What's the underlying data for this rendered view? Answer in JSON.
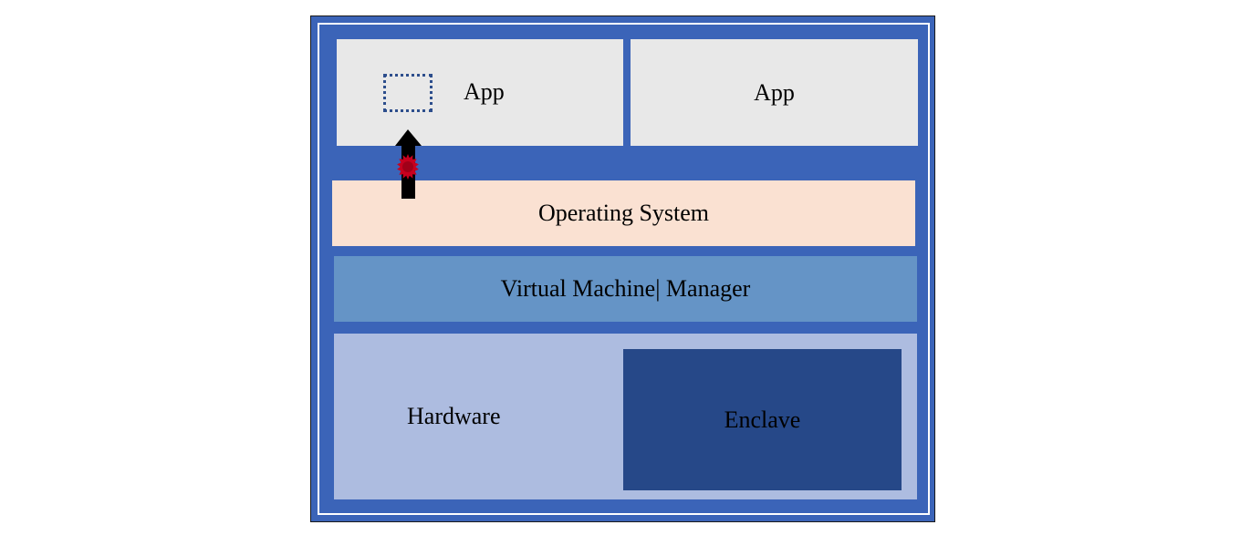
{
  "diagram": {
    "apps": [
      {
        "label": "App"
      },
      {
        "label": "App"
      }
    ],
    "os_label": "Operating System",
    "vmm_label": "Virtual Machine| Manager",
    "hardware_label": "Hardware",
    "enclave_label": "Enclave"
  },
  "colors": {
    "outer": "#3b64b8",
    "app": "#e8e8e8",
    "os": "#fae1d2",
    "vmm": "#6594c6",
    "hardware": "#adbce0",
    "enclave": "#264888",
    "attack": "#c8001e"
  }
}
